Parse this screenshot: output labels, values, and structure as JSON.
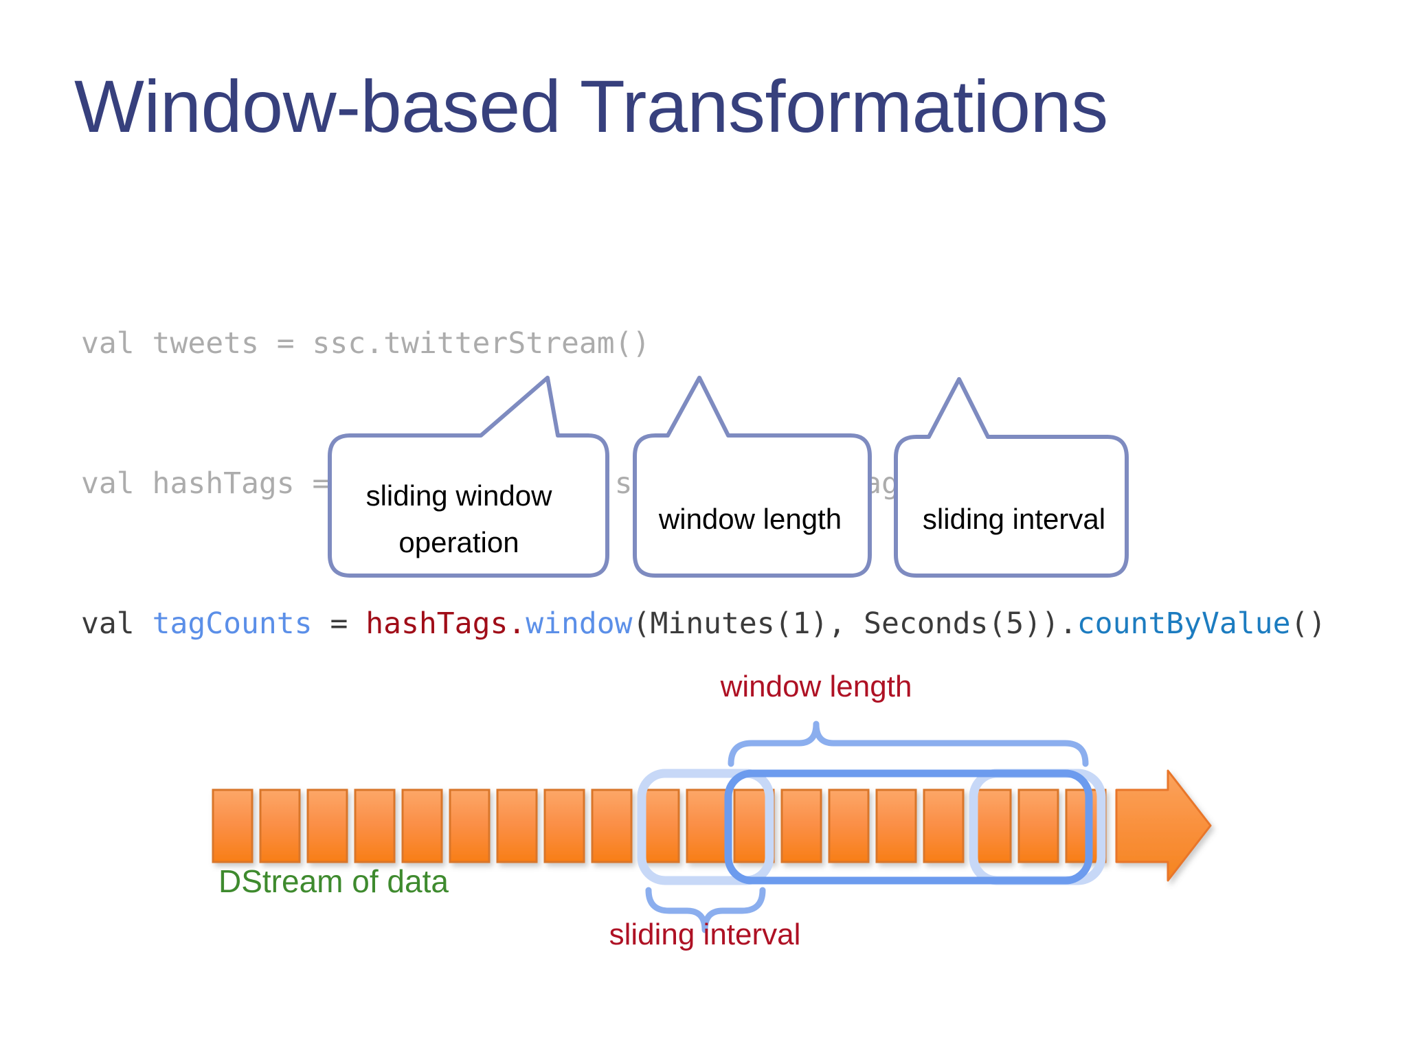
{
  "slide": {
    "title": "Window-based Transformations",
    "title_color": "#37407D",
    "background": "#ffffff"
  },
  "code": {
    "font": "monospace",
    "lines": [
      {
        "id": "line-1",
        "plain": "val tweets = ssc.twitterStream()",
        "tokens": [
          {
            "text": "val tweets = ssc.twitterStream()",
            "color": "#ACACAC",
            "role": "dimmed"
          }
        ]
      },
      {
        "id": "line-2",
        "plain": "val hashTags = tweets.flatMap(status => getTags(status))",
        "tokens": [
          {
            "text": "val hashTags = tweets.flatMap(status => getTags(status))",
            "color": "#ACACAC",
            "role": "dimmed"
          }
        ]
      },
      {
        "id": "line-3",
        "plain": "val tagCounts = hashTags.window(Minutes(1), Seconds(5)).countByValue()",
        "tokens": [
          {
            "text": "val ",
            "color": "#3B3B3B",
            "role": "keyword"
          },
          {
            "text": "tagCounts",
            "color": "#5B8FE8",
            "role": "variable"
          },
          {
            "text": " = ",
            "color": "#3B3B3B",
            "role": "operator"
          },
          {
            "text": "hashTags",
            "color": "#A00D18",
            "role": "receiver"
          },
          {
            "text": ".",
            "color": "#A00D18",
            "role": "dot"
          },
          {
            "text": "window",
            "color": "#5B8FE8",
            "role": "method-window"
          },
          {
            "text": "(Minutes(1), Seconds(5))",
            "color": "#3B3B3B",
            "role": "arguments"
          },
          {
            "text": ".",
            "color": "#3B3B3B",
            "role": "dot"
          },
          {
            "text": "countByValue",
            "color": "#1C7CC0",
            "role": "method-countbyvalue"
          },
          {
            "text": "()",
            "color": "#3B3B3B",
            "role": "arguments"
          }
        ]
      }
    ]
  },
  "callouts": [
    {
      "id": "callout-sliding-window-operation",
      "label": "sliding window\noperation",
      "line1": "sliding window",
      "line2": "operation",
      "border_color": "#7E8BC0",
      "points_to": "window"
    },
    {
      "id": "callout-window-length",
      "label": "window length",
      "line1": "window length",
      "line2": "",
      "border_color": "#7E8BC0",
      "points_to": "Minutes(1)"
    },
    {
      "id": "callout-sliding-interval",
      "label": "sliding interval",
      "line1": "sliding interval",
      "line2": "",
      "border_color": "#7E8BC0",
      "points_to": "Seconds(5)"
    }
  ],
  "diagram": {
    "stream_label": "DStream of data",
    "stream_label_color": "#3E8A2E",
    "window_length_label": "window length",
    "sliding_interval_label": "sliding interval",
    "annotation_color": "#AE1124",
    "brace_color": "#8BAEEE",
    "block_count": 19,
    "block_fill_top": "#FB9E5B",
    "block_fill_bottom": "#F97C16",
    "block_border": "#D9762C",
    "arrow_color": "#F58220",
    "window_highlight_color": "#6C9BEE",
    "slide_highlight_color": "#C5D6F6",
    "window_blocks_covered": 8,
    "sliding_blocks_covered": 2
  }
}
